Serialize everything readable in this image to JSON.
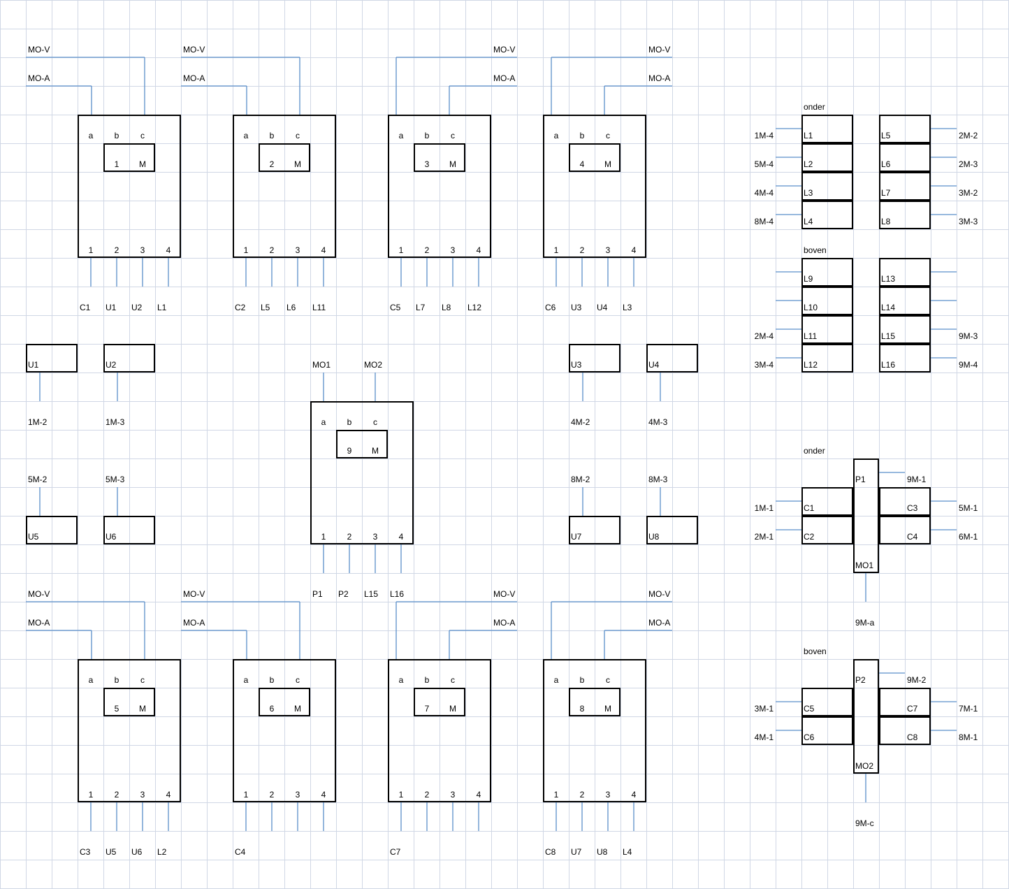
{
  "colors": {
    "grid": "#d0d7e5",
    "wire": "#5b8fc9",
    "outline": "#000000"
  },
  "modules": [
    {
      "number": "1",
      "m": "M",
      "pins_top": [
        "a",
        "b",
        "c"
      ],
      "pins_bottom": [
        "1",
        "2",
        "3",
        "4"
      ],
      "top_wires": [
        "MO-V",
        "MO-A"
      ],
      "bottom_wires": [
        "C1",
        "U1",
        "U2",
        "L1"
      ]
    },
    {
      "number": "2",
      "m": "M",
      "pins_top": [
        "a",
        "b",
        "c"
      ],
      "pins_bottom": [
        "1",
        "2",
        "3",
        "4"
      ],
      "top_wires": [
        "MO-V",
        "MO-A"
      ],
      "bottom_wires": [
        "C2",
        "L5",
        "L6",
        "L11"
      ]
    },
    {
      "number": "3",
      "m": "M",
      "pins_top": [
        "a",
        "b",
        "c"
      ],
      "pins_bottom": [
        "1",
        "2",
        "3",
        "4"
      ],
      "top_wires": [
        "MO-V",
        "MO-A"
      ],
      "bottom_wires": [
        "C5",
        "L7",
        "L8",
        "L12"
      ]
    },
    {
      "number": "4",
      "m": "M",
      "pins_top": [
        "a",
        "b",
        "c"
      ],
      "pins_bottom": [
        "1",
        "2",
        "3",
        "4"
      ],
      "top_wires": [
        "MO-V",
        "MO-A"
      ],
      "bottom_wires": [
        "C6",
        "U3",
        "U4",
        "L3"
      ]
    },
    {
      "number": "5",
      "m": "M",
      "pins_top": [
        "a",
        "b",
        "c"
      ],
      "pins_bottom": [
        "1",
        "2",
        "3",
        "4"
      ],
      "top_wires": [
        "MO-V",
        "MO-A"
      ],
      "bottom_wires": [
        "C3",
        "U5",
        "U6",
        "L2"
      ]
    },
    {
      "number": "6",
      "m": "M",
      "pins_top": [
        "a",
        "b",
        "c"
      ],
      "pins_bottom": [
        "1",
        "2",
        "3",
        "4"
      ],
      "top_wires": [
        "MO-V",
        "MO-A"
      ],
      "bottom_wires": [
        "C4",
        "",
        "",
        ""
      ]
    },
    {
      "number": "7",
      "m": "M",
      "pins_top": [
        "a",
        "b",
        "c"
      ],
      "pins_bottom": [
        "1",
        "2",
        "3",
        "4"
      ],
      "top_wires": [
        "MO-V",
        "MO-A"
      ],
      "bottom_wires": [
        "C7",
        "",
        "",
        ""
      ]
    },
    {
      "number": "8",
      "m": "M",
      "pins_top": [
        "a",
        "b",
        "c"
      ],
      "pins_bottom": [
        "1",
        "2",
        "3",
        "4"
      ],
      "top_wires": [
        "MO-V",
        "MO-A"
      ],
      "bottom_wires": [
        "C8",
        "U7",
        "U8",
        "L4"
      ]
    },
    {
      "number": "9",
      "m": "M",
      "pins_top": [
        "a",
        "b",
        "c"
      ],
      "pins_bottom": [
        "1",
        "2",
        "3",
        "4"
      ],
      "top_wires": [
        "MO1",
        "MO2"
      ],
      "bottom_wires": [
        "P1",
        "P2",
        "L15",
        "L16"
      ]
    }
  ],
  "units": [
    {
      "label": "U1",
      "wire": "1M-2"
    },
    {
      "label": "U2",
      "wire": "1M-3"
    },
    {
      "label": "U5",
      "wire": "5M-2"
    },
    {
      "label": "U6",
      "wire": "5M-3"
    },
    {
      "label": "U3",
      "wire": "4M-2"
    },
    {
      "label": "U4",
      "wire": "4M-3"
    },
    {
      "label": "U7",
      "wire": "8M-2"
    },
    {
      "label": "U8",
      "wire": "8M-3"
    }
  ],
  "l_panels": [
    {
      "title": "onder",
      "left": [
        {
          "cell": "L1",
          "wire": "1M-4"
        },
        {
          "cell": "L2",
          "wire": "5M-4"
        },
        {
          "cell": "L3",
          "wire": "4M-4"
        },
        {
          "cell": "L4",
          "wire": "8M-4"
        }
      ],
      "right": [
        {
          "cell": "L5",
          "wire": "2M-2"
        },
        {
          "cell": "L6",
          "wire": "2M-3"
        },
        {
          "cell": "L7",
          "wire": "3M-2"
        },
        {
          "cell": "L8",
          "wire": "3M-3"
        }
      ]
    },
    {
      "title": "boven",
      "left": [
        {
          "cell": "L9",
          "wire": ""
        },
        {
          "cell": "L10",
          "wire": ""
        },
        {
          "cell": "L11",
          "wire": "2M-4"
        },
        {
          "cell": "L12",
          "wire": "3M-4"
        }
      ],
      "right": [
        {
          "cell": "L13",
          "wire": ""
        },
        {
          "cell": "L14",
          "wire": ""
        },
        {
          "cell": "L15",
          "wire": "9M-3"
        },
        {
          "cell": "L16",
          "wire": "9M-4"
        }
      ]
    }
  ],
  "p_panels": [
    {
      "title": "onder",
      "p": "P1",
      "p_wire": "9M-1",
      "mo": "MO1",
      "mo_wire": "9M-a",
      "left": [
        {
          "cell": "C1",
          "wire": "1M-1"
        },
        {
          "cell": "C2",
          "wire": "2M-1"
        }
      ],
      "right": [
        {
          "cell": "C3",
          "wire": "5M-1"
        },
        {
          "cell": "C4",
          "wire": "6M-1"
        }
      ]
    },
    {
      "title": "boven",
      "p": "P2",
      "p_wire": "9M-2",
      "mo": "MO2",
      "mo_wire": "9M-c",
      "left": [
        {
          "cell": "C5",
          "wire": "3M-1"
        },
        {
          "cell": "C6",
          "wire": "4M-1"
        }
      ],
      "right": [
        {
          "cell": "C7",
          "wire": "7M-1"
        },
        {
          "cell": "C8",
          "wire": "8M-1"
        }
      ]
    }
  ]
}
